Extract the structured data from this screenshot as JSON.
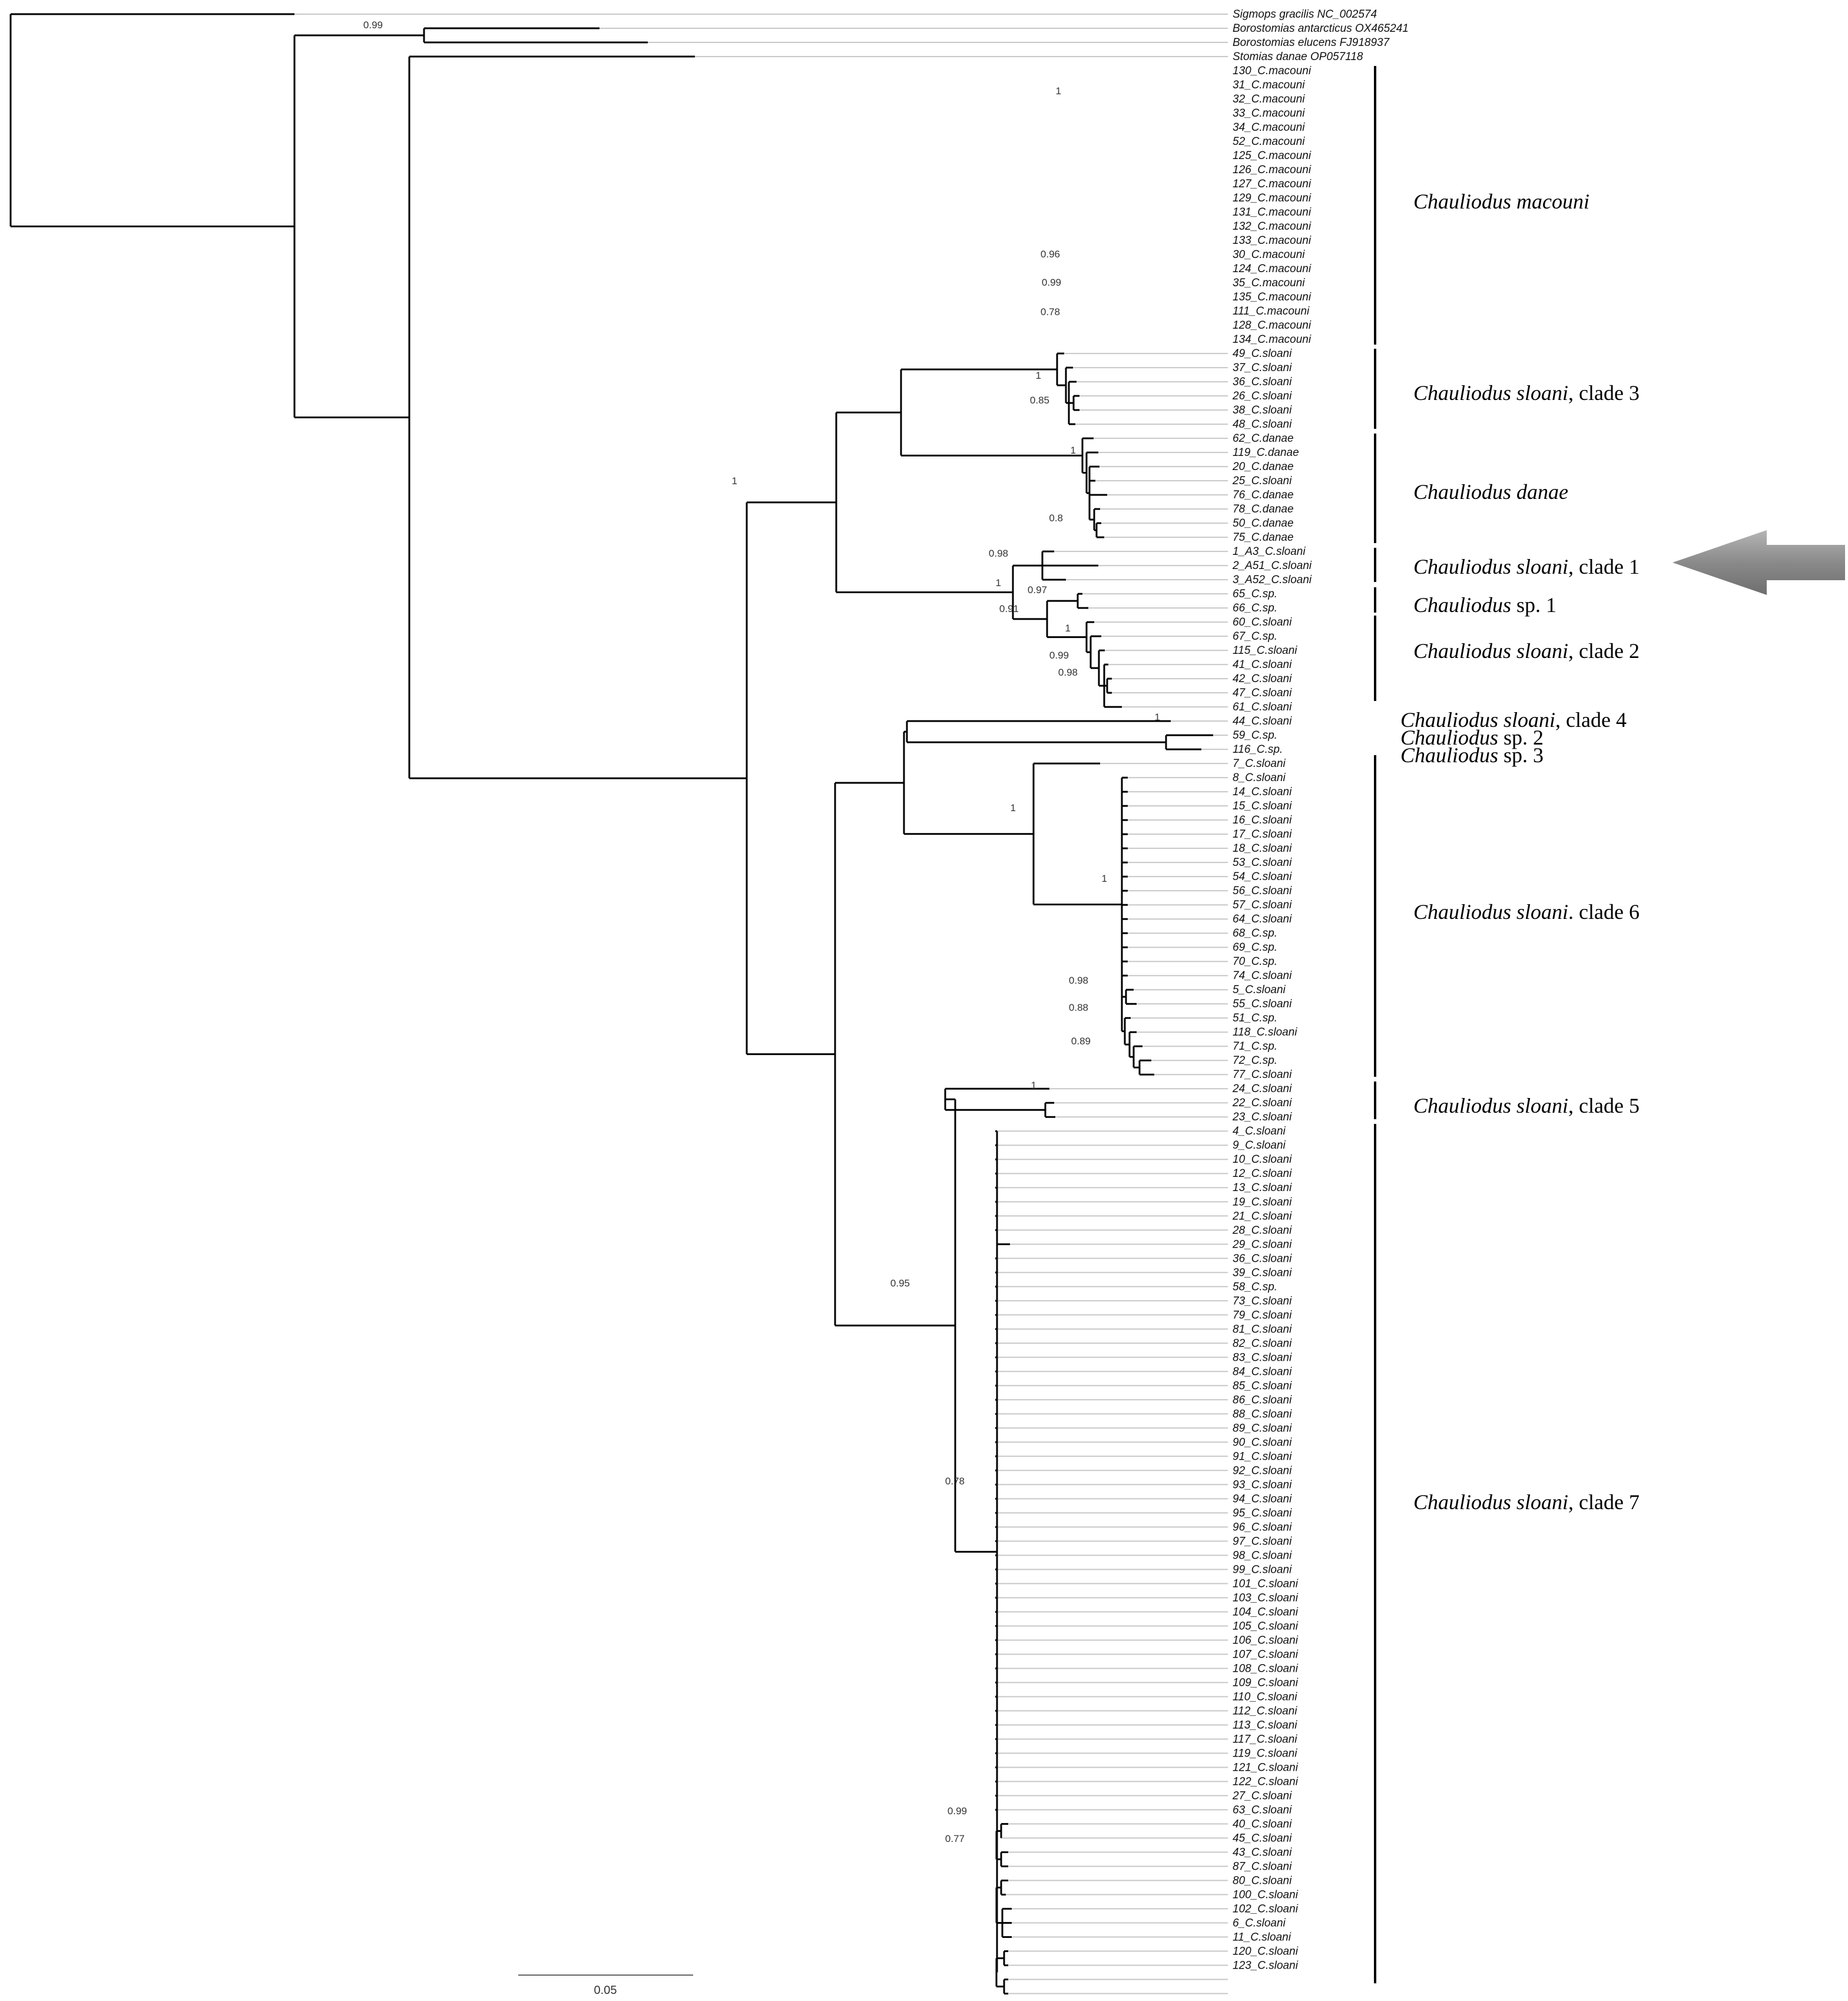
{
  "tips": [
    "Sigmops gracilis NC_002574",
    "Borostomias antarcticus OX465241",
    "Borostomias elucens FJ918937",
    "Stomias danae OP057118",
    "130_C.macouni",
    "31_C.macouni",
    "32_C.macouni",
    "33_C.macouni",
    "34_C.macouni",
    "52_C.macouni",
    "125_C.macouni",
    "126_C.macouni",
    "127_C.macouni",
    "129_C.macouni",
    "131_C.macouni",
    "132_C.macouni",
    "133_C.macouni",
    "30_C.macouni",
    "124_C.macouni",
    "35_C.macouni",
    "135_C.macouni",
    "111_C.macouni",
    "128_C.macouni",
    "134_C.macouni",
    "49_C.sloani",
    "37_C.sloani",
    "36_C.sloani",
    "26_C.sloani",
    "38_C.sloani",
    "48_C.sloani",
    "62_C.danae",
    "119_C.danae",
    "20_C.danae",
    "25_C.sloani",
    "76_C.danae",
    "78_C.danae",
    "50_C.danae",
    "75_C.danae",
    "1_A3_C.sloani",
    "2_A51_C.sloani",
    "3_A52_C.sloani",
    "65_C.sp.",
    "66_C.sp.",
    "60_C.sloani",
    "67_C.sp.",
    "115_C.sloani",
    "41_C.sloani",
    "42_C.sloani",
    "47_C.sloani",
    "61_C.sloani",
    "44_C.sloani",
    "59_C.sp.",
    "116_C.sp.",
    "7_C.sloani",
    "8_C.sloani",
    "14_C.sloani",
    "15_C.sloani",
    "16_C.sloani",
    "17_C.sloani",
    "18_C.sloani",
    "53_C.sloani",
    "54_C.sloani",
    "56_C.sloani",
    "57_C.sloani",
    "64_C.sloani",
    "68_C.sp.",
    "69_C.sp.",
    "70_C.sp.",
    "74_C.sloani",
    "5_C.sloani",
    "55_C.sloani",
    "51_C.sp.",
    "118_C.sloani",
    "71_C.sp.",
    "72_C.sp.",
    "77_C.sloani",
    "24_C.sloani",
    "22_C.sloani",
    "23_C.sloani",
    "4_C.sloani",
    "9_C.sloani",
    "10_C.sloani",
    "12_C.sloani",
    "13_C.sloani",
    "19_C.sloani",
    "21_C.sloani",
    "28_C.sloani",
    "29_C.sloani",
    "36_C.sloani",
    "39_C.sloani",
    "58_C.sp.",
    "73_C.sloani",
    "79_C.sloani",
    "81_C.sloani",
    "82_C.sloani",
    "83_C.sloani",
    "84_C.sloani",
    "85_C.sloani",
    "86_C.sloani",
    "88_C.sloani",
    "89_C.sloani",
    "90_C.sloani",
    "91_C.sloani",
    "92_C.sloani",
    "93_C.sloani",
    "94_C.sloani",
    "95_C.sloani",
    "96_C.sloani",
    "97_C.sloani",
    "98_C.sloani",
    "99_C.sloani",
    "101_C.sloani",
    "103_C.sloani",
    "104_C.sloani",
    "105_C.sloani",
    "106_C.sloani",
    "107_C.sloani",
    "108_C.sloani",
    "109_C.sloani",
    "110_C.sloani",
    "112_C.sloani",
    "113_C.sloani",
    "117_C.sloani",
    "119_C.sloani",
    "121_C.sloani",
    "122_C.sloani",
    "27_C.sloani",
    "63_C.sloani",
    "40_C.sloani",
    "45_C.sloani",
    "43_C.sloani",
    "87_C.sloani",
    "80_C.sloani",
    "100_C.sloani",
    "102_C.sloani",
    "6_C.sloani",
    "11_C.sloani",
    "120_C.sloani",
    "123_C.sloani"
  ],
  "supports": [
    {
      "text": "0.99"
    },
    {
      "text": "1"
    },
    {
      "text": "0.96"
    },
    {
      "text": "0.99"
    },
    {
      "text": "0.78"
    },
    {
      "text": "1"
    },
    {
      "text": "0.85"
    },
    {
      "text": "1"
    },
    {
      "text": "0.8"
    },
    {
      "text": "1"
    },
    {
      "text": "0.98"
    },
    {
      "text": "1"
    },
    {
      "text": "0.97"
    },
    {
      "text": "0.91"
    },
    {
      "text": "1"
    },
    {
      "text": "0.99"
    },
    {
      "text": "0.98"
    },
    {
      "text": "1"
    },
    {
      "text": "1"
    },
    {
      "text": "1"
    },
    {
      "text": "0.98"
    },
    {
      "text": "0.88"
    },
    {
      "text": "0.89"
    },
    {
      "text": "1"
    },
    {
      "text": "0.95"
    },
    {
      "text": "0.78"
    },
    {
      "text": "0.99"
    },
    {
      "text": "0.77"
    }
  ],
  "clades": [
    {
      "species": "Chauliodus macouni",
      "suffix": "",
      "bar": true
    },
    {
      "species": "Chauliodus sloani",
      "suffix": ", clade 3",
      "bar": true
    },
    {
      "species": "Chauliodus danae",
      "suffix": "",
      "bar": true
    },
    {
      "species": "Chauliodus sloani",
      "suffix": ", clade 1",
      "bar": true
    },
    {
      "species": "Chauliodus",
      "suffix": " sp. 1",
      "bar": true
    },
    {
      "species": "Chauliodus sloani",
      "suffix": ", clade 2",
      "bar": true
    },
    {
      "species": "Chauliodus sloani",
      "suffix": ", clade 4",
      "bar": false
    },
    {
      "species": "Chauliodus",
      "suffix": " sp. 2",
      "bar": false
    },
    {
      "species": "Chauliodus",
      "suffix": " sp. 3",
      "bar": false
    },
    {
      "species": "Chauliodus sloani",
      "suffix": ". clade 6",
      "bar": true
    },
    {
      "species": "Chauliodus sloani",
      "suffix": ", clade 5",
      "bar": true
    },
    {
      "species": "Chauliodus sloani",
      "suffix": ", clade 7",
      "bar": true
    }
  ],
  "scale_bar": {
    "label": "0.05"
  },
  "colors": {
    "branch": "#000000",
    "guide": "#c8c8c8",
    "arrow": "#8c8c8c"
  }
}
